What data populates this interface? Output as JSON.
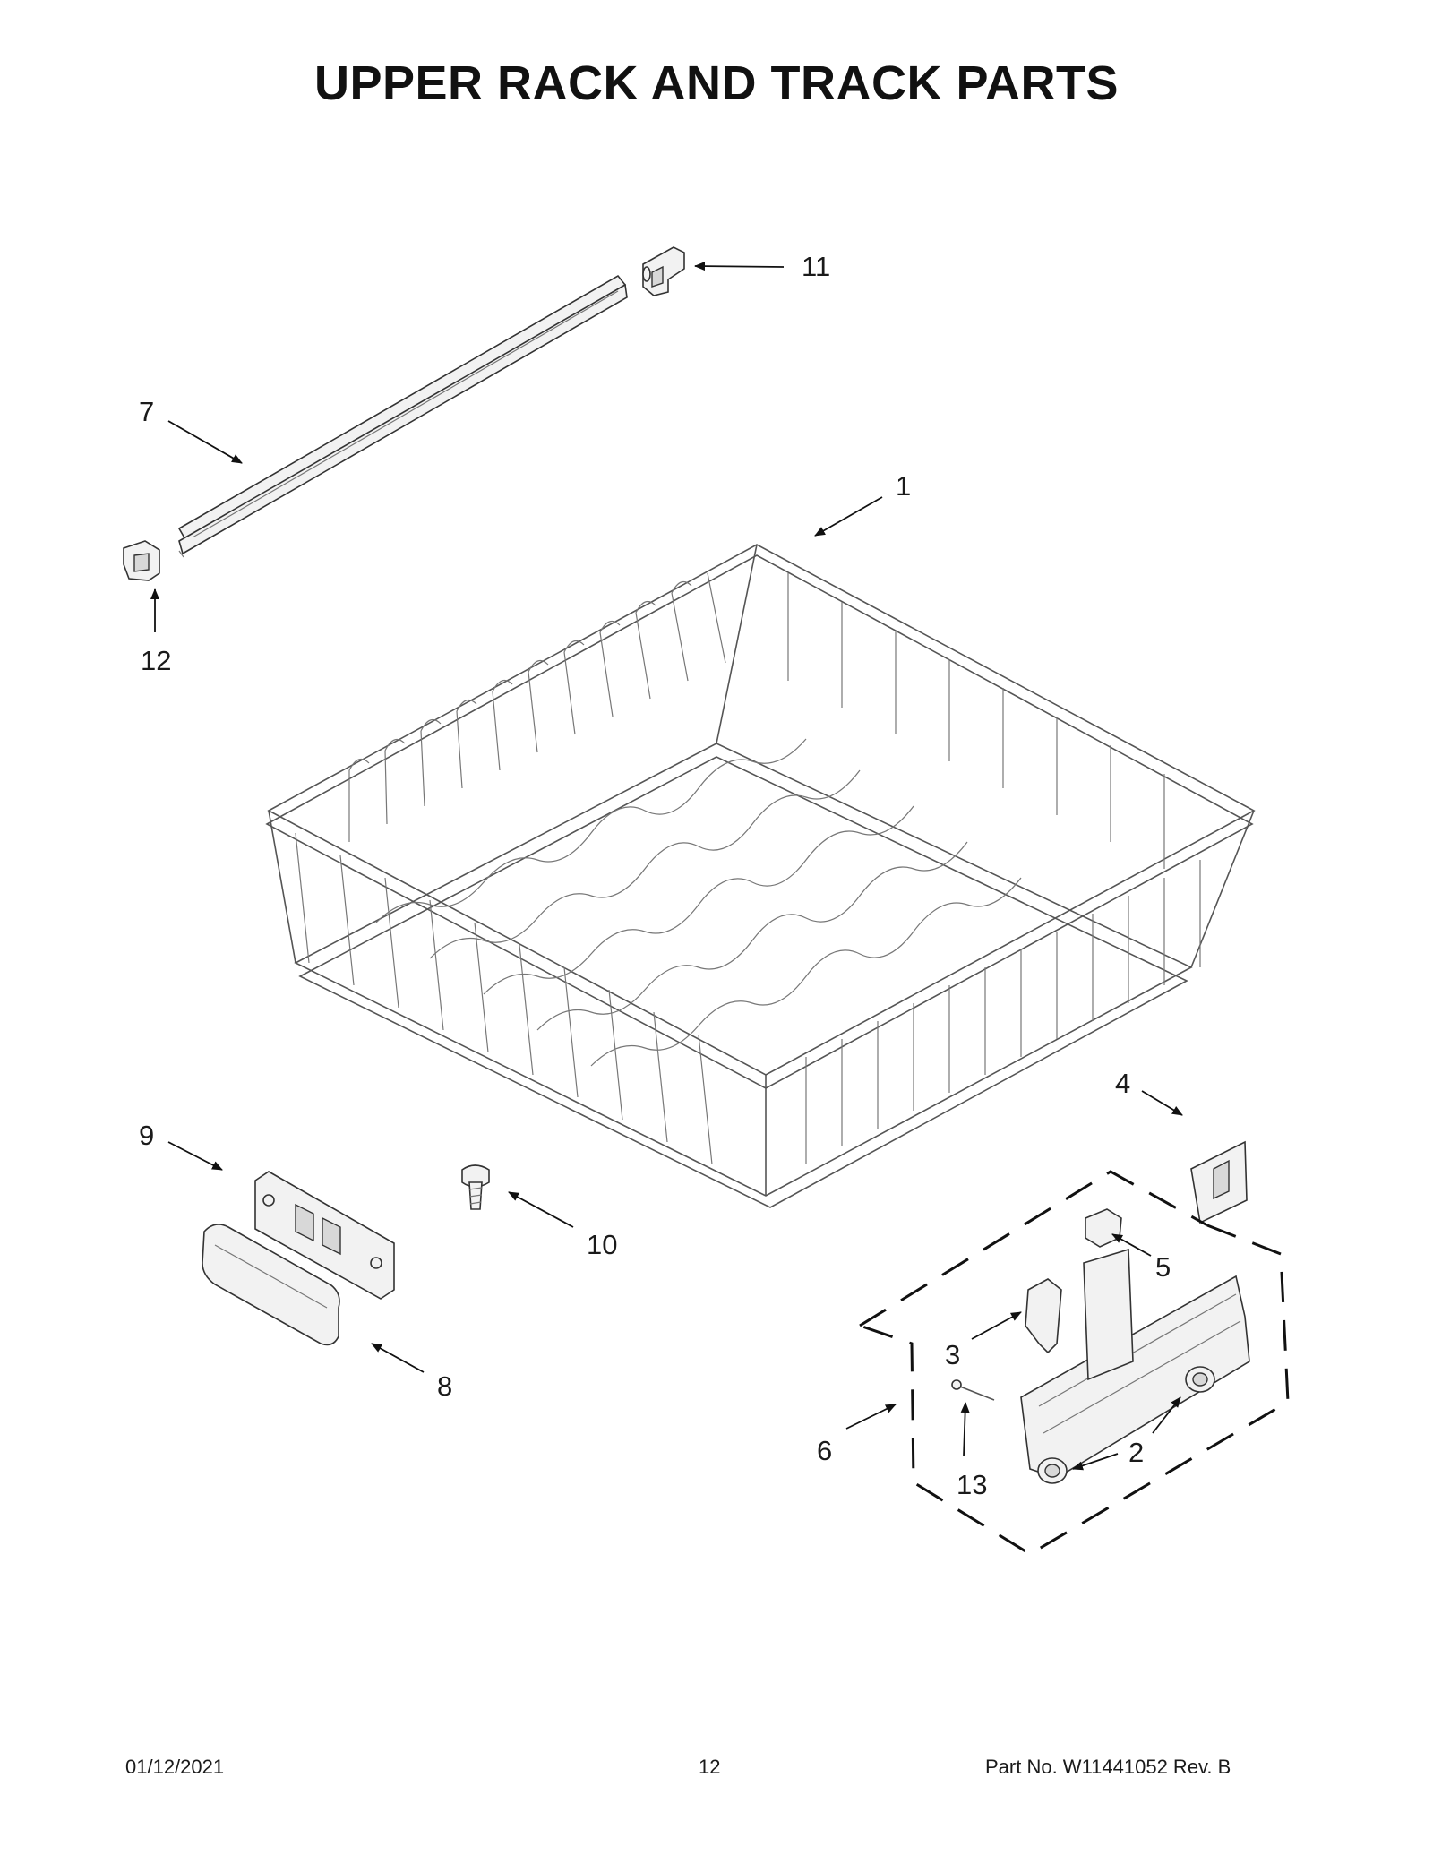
{
  "page": {
    "title": "UPPER RACK AND TRACK PARTS"
  },
  "callouts": [
    {
      "id": "1",
      "label": "1",
      "part": "upper rack"
    },
    {
      "id": "2",
      "label": "2",
      "part": "rack wheel"
    },
    {
      "id": "3",
      "label": "3",
      "part": "adjuster lever"
    },
    {
      "id": "4",
      "label": "4",
      "part": "adjuster clip"
    },
    {
      "id": "5",
      "label": "5",
      "part": "adjuster button"
    },
    {
      "id": "6",
      "label": "6",
      "part": "adjuster assembly"
    },
    {
      "id": "7",
      "label": "7",
      "part": "rack track"
    },
    {
      "id": "8",
      "label": "8",
      "part": "handle"
    },
    {
      "id": "9",
      "label": "9",
      "part": "handle base"
    },
    {
      "id": "10",
      "label": "10",
      "part": "screw"
    },
    {
      "id": "11",
      "label": "11",
      "part": "track end cap rear"
    },
    {
      "id": "12",
      "label": "12",
      "part": "track end cap front"
    },
    {
      "id": "13",
      "label": "13",
      "part": "screw"
    }
  ],
  "footer": {
    "date": "01/12/2021",
    "page_number": "12",
    "part_no": "Part No.  W11441052  Rev.  B"
  }
}
